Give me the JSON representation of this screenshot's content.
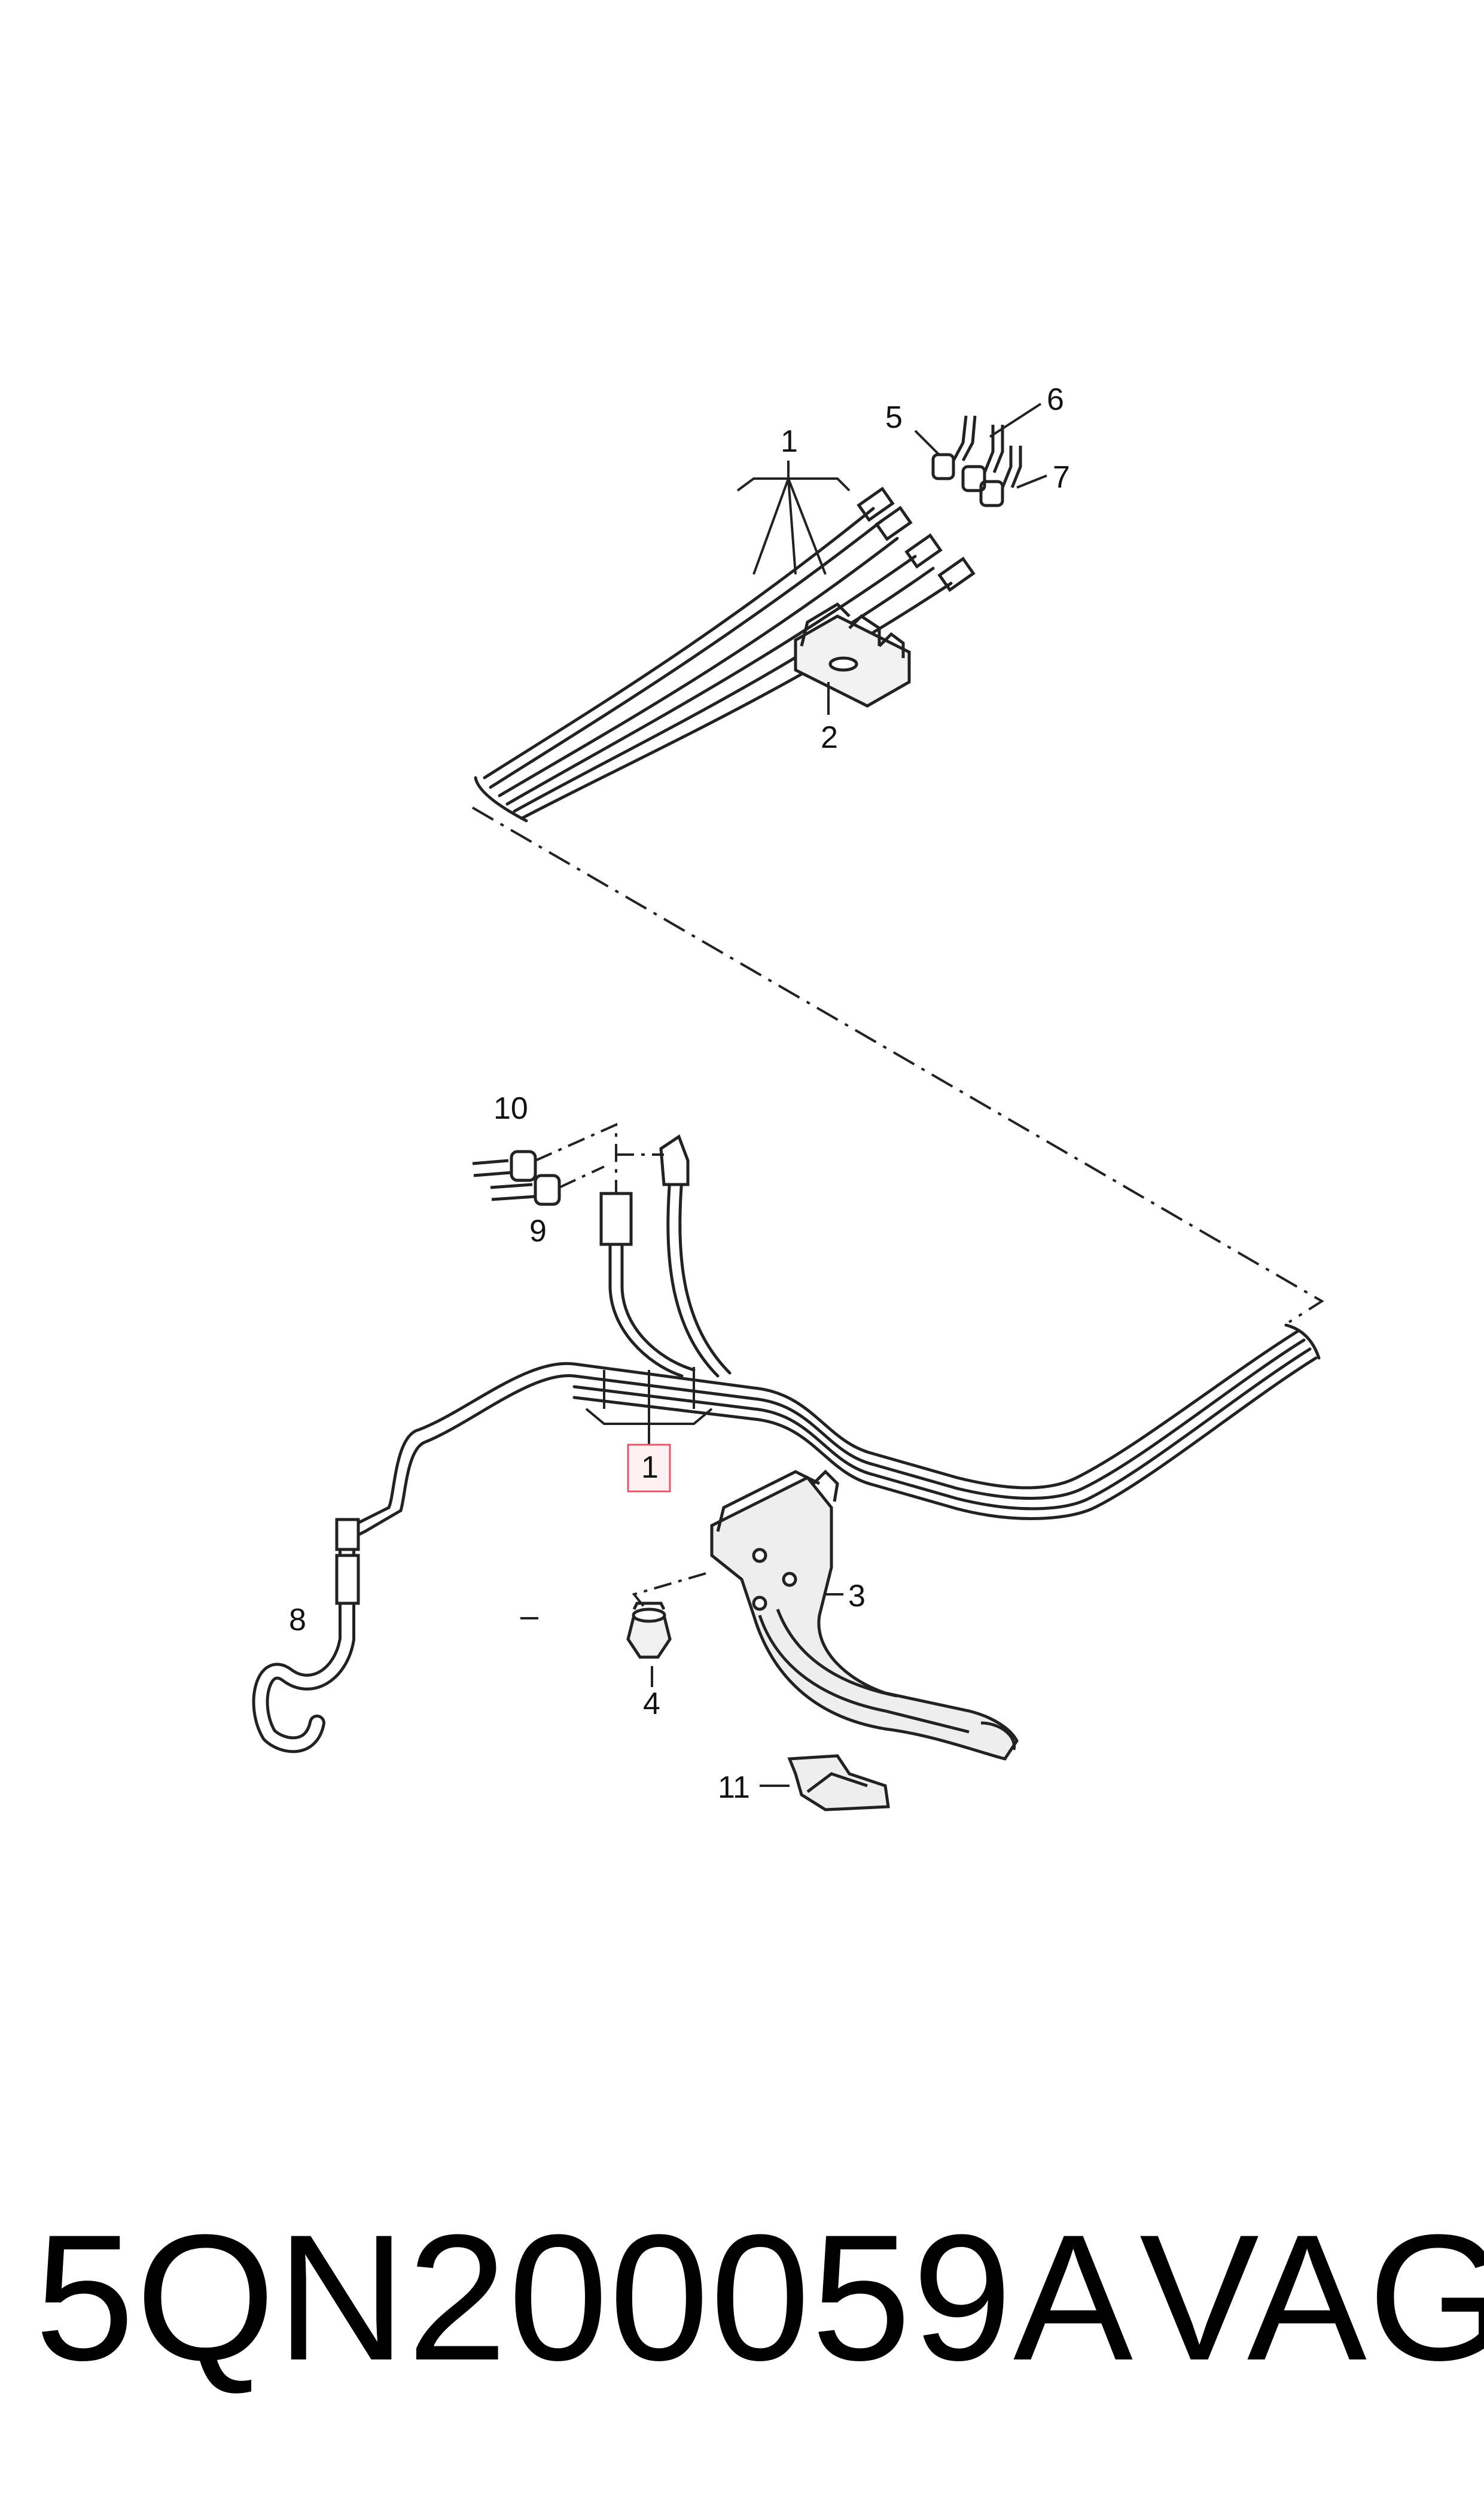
{
  "callouts": {
    "c1_top": "1",
    "c2": "2",
    "c3": "3",
    "c4": "4",
    "c5": "5",
    "c6": "6",
    "c7": "7",
    "c8": "8",
    "c9": "9",
    "c10": "10",
    "c1_bottom": "1",
    "c11": "11"
  },
  "highlight_color": "#e05a6a",
  "footer": {
    "part_number": "5QN200059A",
    "brand": "VAG"
  }
}
